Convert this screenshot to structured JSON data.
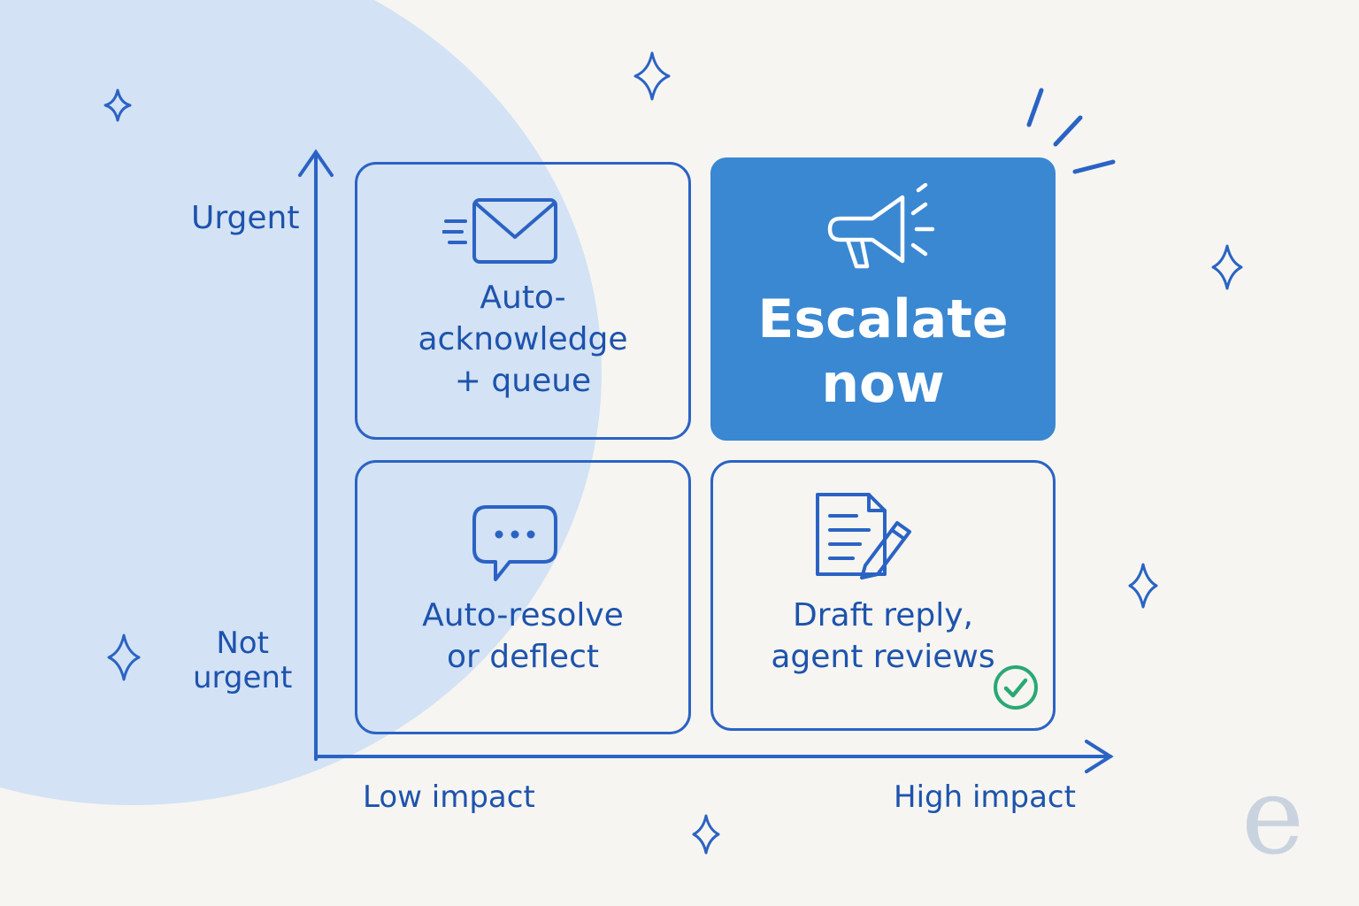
{
  "axes": {
    "y_top": "Urgent",
    "y_bottom": "Not\nurgent",
    "x_left": "Low impact",
    "x_right": "High impact"
  },
  "quadrants": {
    "top_left": {
      "text": "Auto-\nacknowledge\n+ queue",
      "icon": "envelope-icon"
    },
    "top_right": {
      "text": "Escalate\nnow",
      "icon": "megaphone-icon"
    },
    "bottom_left": {
      "text": "Auto-resolve\nor deflect",
      "icon": "chat-bubble-icon"
    },
    "bottom_right": {
      "text": "Draft reply,\nagent reviews",
      "icon": "document-pencil-icon",
      "badge": "check-circle-icon"
    }
  },
  "colors": {
    "ink": "#1d53ad",
    "line": "#2b63c4",
    "highlight": "#3a87d2",
    "blob": "#d3e2f4",
    "background": "#f6f5f1",
    "check": "#2aa873"
  }
}
